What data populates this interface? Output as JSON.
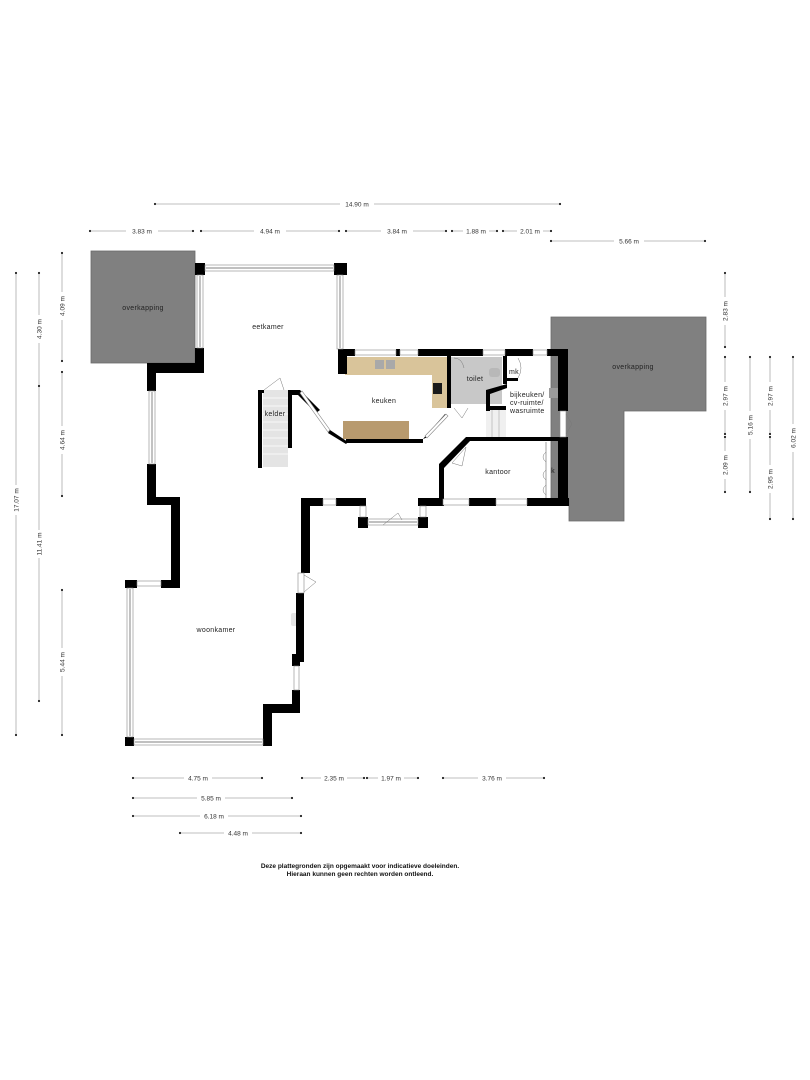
{
  "dimensions": {
    "top": {
      "overall": "14.90 m",
      "segments": [
        "3.83 m",
        "4.94 m",
        "3.84 m",
        "1.88 m",
        "2.01 m"
      ],
      "right_extension": "5.66 m"
    },
    "left": {
      "overall": "17.07 m",
      "upper": "4.30 m",
      "lower": "11.41 m",
      "segments": [
        "4.09 m",
        "4.64 m",
        "5.44 m"
      ]
    },
    "right": {
      "col1": [
        "2.83 m",
        "2.97 m",
        "2.09 m"
      ],
      "col2": "5.16 m",
      "col3": [
        "2.97 m",
        "2.95 m"
      ],
      "col4": "6.02 m"
    },
    "bottom": {
      "row1": [
        "4.75 m",
        "2.35 m",
        "1.97 m",
        "3.76 m"
      ],
      "row2": "5.85 m",
      "row3": "6.18 m",
      "row4": "4.48 m"
    }
  },
  "rooms": {
    "overkapping_left": "overkapping",
    "eetkamer": "eetkamer",
    "keuken": "keuken",
    "kelder": "kelder",
    "toilet": "toilet",
    "mk": "mk",
    "bijkeuken_line1": "bijkeuken/",
    "bijkeuken_line2": "cv-ruimte/",
    "bijkeuken_line3": "wasruimte",
    "kantoor": "kantoor",
    "k": "k",
    "overkapping_right": "overkapping",
    "woonkamer": "woonkamer"
  },
  "disclaimer": {
    "line1": "Deze plattegronden zijn opgemaakt voor indicatieve doeleinden.",
    "line2": "Hieraan kunnen geen rechten worden ontleend."
  },
  "colors": {
    "roof": "#808080",
    "wall": "#000000",
    "kitchen_counter": "#d9c49a",
    "kitchen_island": "#b89a6e",
    "toilet_floor": "#c8c8c8",
    "background": "#ffffff"
  }
}
